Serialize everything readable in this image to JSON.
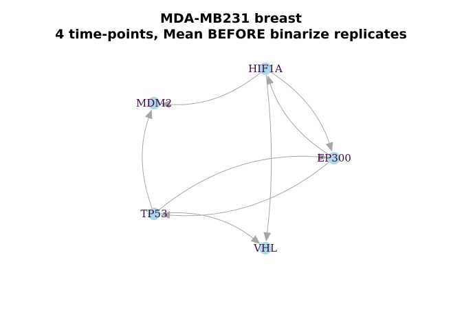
{
  "title": {
    "line1": "MDA-MB231 breast",
    "line2": "4 time-points, Mean BEFORE binarize replicates"
  },
  "colors": {
    "node_fill": "#add8e6",
    "edge": "#a6a6a6",
    "label": "#3b0a45"
  },
  "nodes": [
    {
      "id": "HIF1A",
      "label": "HIF1A"
    },
    {
      "id": "MDM2",
      "label": "MDM2"
    },
    {
      "id": "EP300",
      "label": "EP300"
    },
    {
      "id": "TP53",
      "label": "TP53"
    },
    {
      "id": "VHL",
      "label": "VHL"
    }
  ],
  "edges": [
    {
      "from": "HIF1A",
      "to": "MDM2"
    },
    {
      "from": "HIF1A",
      "to": "EP300"
    },
    {
      "from": "EP300",
      "to": "HIF1A"
    },
    {
      "from": "HIF1A",
      "to": "VHL"
    },
    {
      "from": "TP53",
      "to": "MDM2"
    },
    {
      "from": "TP53",
      "to": "EP300"
    },
    {
      "from": "EP300",
      "to": "TP53"
    },
    {
      "from": "TP53",
      "to": "VHL"
    }
  ]
}
